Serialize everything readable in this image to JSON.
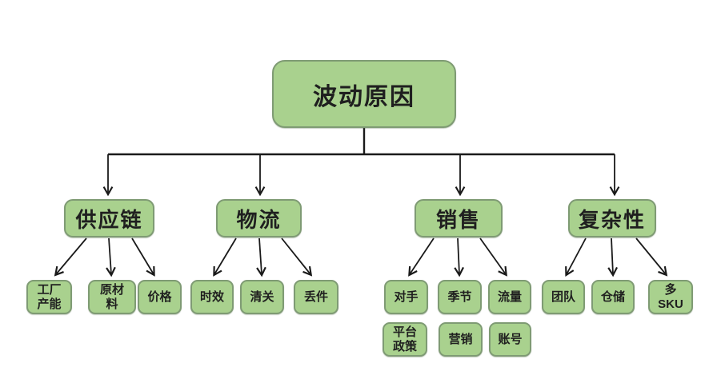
{
  "diagram": {
    "root_label": "波动原因",
    "branches": [
      {
        "label": "供应链",
        "children": [
          "工厂\n产能",
          "原材\n料",
          "价格"
        ]
      },
      {
        "label": "物流",
        "children": [
          "时效",
          "清关",
          "丢件"
        ]
      },
      {
        "label": "销售",
        "children": [
          "对手",
          "季节",
          "流量"
        ],
        "children_row2": [
          "平台\n政策",
          "营销",
          "账号"
        ]
      },
      {
        "label": "复杂性",
        "children": [
          "团队",
          "仓储",
          "多\nSKU"
        ]
      }
    ],
    "colors": {
      "node_fill": "#a9d18e",
      "node_border": "#7f9b74",
      "line": "#1a1a1a",
      "text": "#1f1f1f",
      "background": "#ffffff"
    }
  }
}
